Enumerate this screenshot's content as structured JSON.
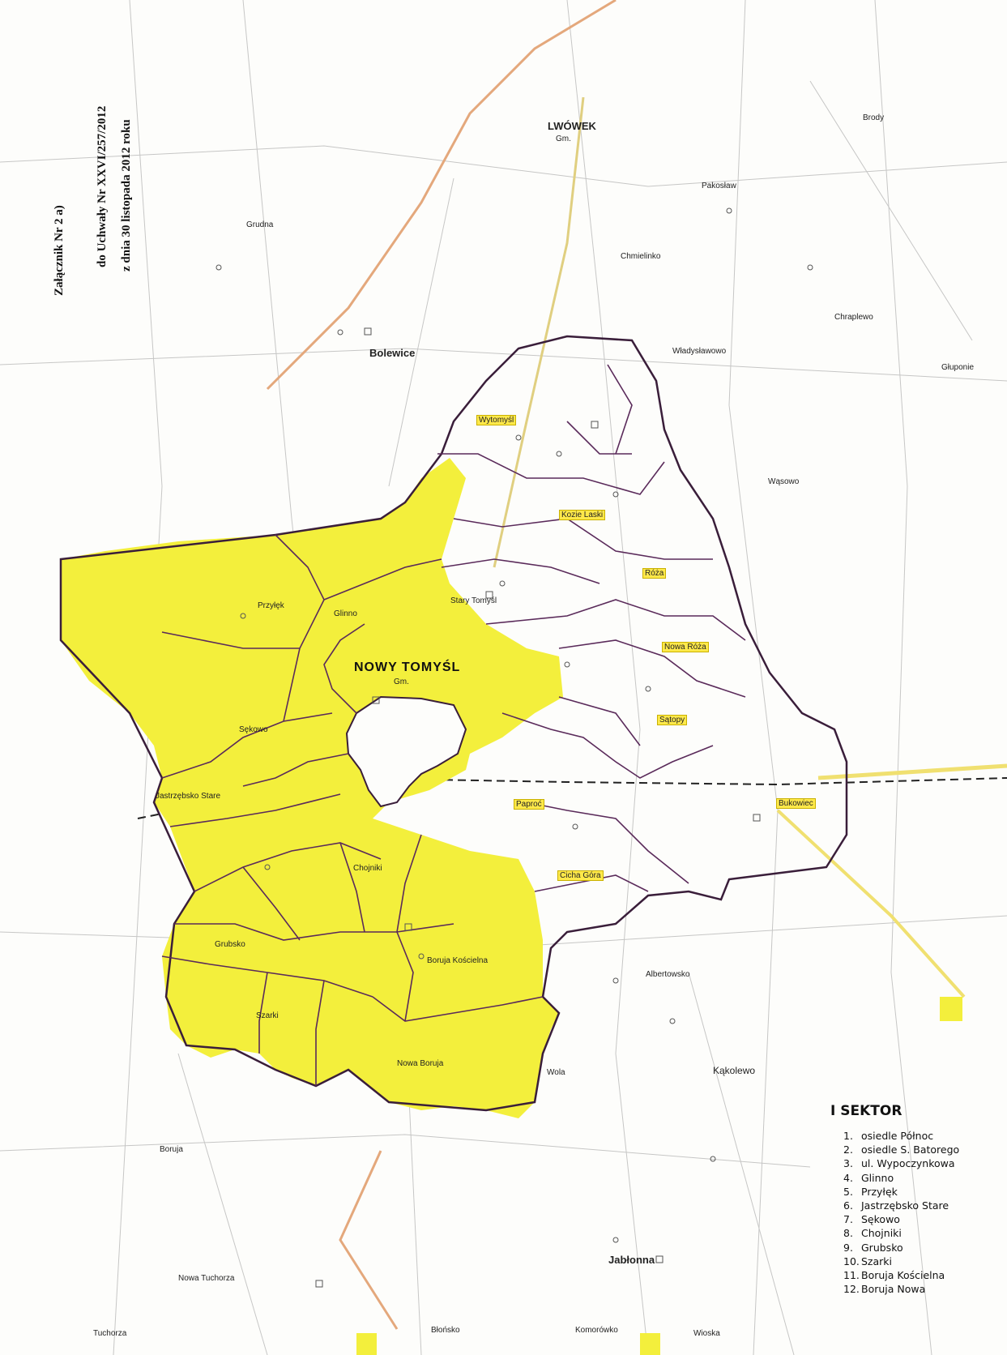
{
  "document_note": {
    "line1": "Załącznik Nr 2 a)",
    "line2": "do Uchwały Nr XXVI/257/2012",
    "line3": "z dnia 30 listopada 2012 roku"
  },
  "legend": {
    "title": "I SEKTOR",
    "items": [
      {
        "num": "1.",
        "label": "osiedle Północ"
      },
      {
        "num": "2.",
        "label": "osiedle S. Batorego"
      },
      {
        "num": "3.",
        "label": "ul. Wypoczynkowa"
      },
      {
        "num": "4.",
        "label": "Glinno"
      },
      {
        "num": "5.",
        "label": "Przyłęk"
      },
      {
        "num": "6.",
        "label": "Jastrzębsko Stare"
      },
      {
        "num": "7.",
        "label": "Sękowo"
      },
      {
        "num": "8.",
        "label": "Chojniki"
      },
      {
        "num": "9.",
        "label": "Grubsko"
      },
      {
        "num": "10.",
        "label": "Szarki"
      },
      {
        "num": "11.",
        "label": "Boruja Kościelna"
      },
      {
        "num": "12.",
        "label": "Boruja Nowa"
      }
    ]
  },
  "places": {
    "lwowek": "LWÓWEK",
    "lwowek_gm": "Gm.",
    "nowy_tomysl": "NOWY TOMYŚL",
    "nowy_tomysl_gm": "Gm.",
    "bolewice": "Bolewice",
    "chmielinko": "Chmielinko",
    "grudna": "Grudna",
    "pakoslaw": "Pakosław",
    "wytomysl": "Wytomyśl",
    "stary_tomysl": "Stary Tomyśl",
    "sekowo": "Sękowo",
    "przylek": "Przyłęk",
    "glinno": "Glinno",
    "chojniki": "Chojniki",
    "grubsko": "Grubsko",
    "szarki": "Szarki",
    "boruja_koscielna": "Boruja Kościelna",
    "boruja_nowa": "Nowa Boruja",
    "jastrzebsko": "Jastrzębsko Stare",
    "popowo": "Paproć",
    "cicha_gora": "Cicha Góra",
    "bukowiec": "Bukowiec",
    "albertowsko": "Albertowsko",
    "kozie_laski": "Kozie Laski",
    "roza": "Róża",
    "nowa_roza": "Nowa Róża",
    "sekowo_e": "Sątopy",
    "kuklin": "Kąkolewo",
    "jablonna": "Jabłonna",
    "wioska": "Wioska",
    "blonsko": "Błońsko",
    "boruja": "Boruja",
    "nowa_tuchorza": "Nowa Tuchorza",
    "tuchorza": "Tuchorza",
    "wytomysl_n": "Władysławowo",
    "brody": "Brody",
    "chraplewo": "Chraplewo",
    "glupon": "Głuponie",
    "wasowo": "Wąsowo",
    "komorowko": "Komorówko",
    "wola": "Wola"
  },
  "colors": {
    "sector_fill": "#f3ef3c",
    "boundary": "#6b2a5e",
    "road_main": "#e4a87c"
  }
}
